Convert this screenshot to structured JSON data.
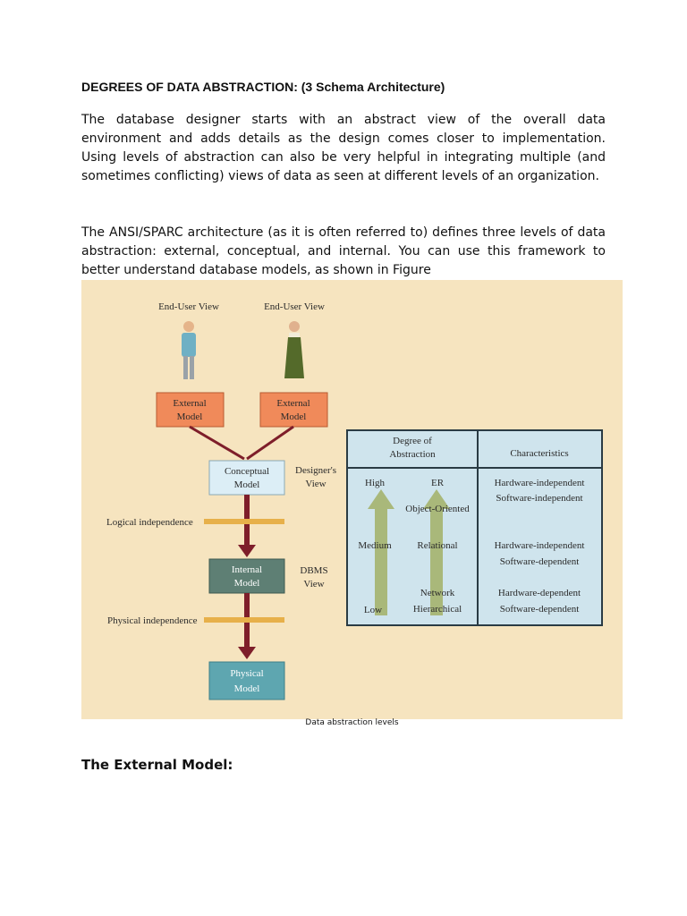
{
  "document": {
    "title": "DEGREES OF DATA ABSTRACTION: (3 Schema Architecture)",
    "paragraphs": [
      "The database designer starts with an abstract view of the overall data environment and adds details as the design comes closer to implementation. Using levels of abstraction can also be very helpful in integrating multiple (and sometimes conflicting) views of data as seen at different levels of an organization.",
      "The ANSI/SPARC architecture (as it is often referred to) defines three levels of data abstraction: external, conceptual, and internal. You can use this framework to better understand database models, as shown in Figure"
    ],
    "caption": "Data abstraction levels",
    "section_heading": "The External Model:"
  },
  "figure": {
    "users": [
      "End-User View",
      "End-User View"
    ],
    "external_model": [
      "External",
      "Model"
    ],
    "conceptual_model": [
      "Conceptual",
      "Model"
    ],
    "designers_view": [
      "Designer's",
      "View"
    ],
    "logical_independence": "Logical independence",
    "internal_model": [
      "Internal",
      "Model"
    ],
    "dbms_view": [
      "DBMS",
      "View"
    ],
    "physical_independence": "Physical independence",
    "physical_model": [
      "Physical",
      "Model"
    ],
    "table": {
      "header_degree": [
        "Degree of",
        "Abstraction"
      ],
      "header_characteristics": "Characteristics",
      "levels": [
        "High",
        "Medium",
        "Low"
      ],
      "models": [
        "ER",
        "Object-Oriented",
        "Relational",
        "Network",
        "Hierarchical"
      ],
      "characteristics": [
        [
          "Hardware-independent",
          "Software-independent"
        ],
        [
          "Hardware-independent",
          "Software-dependent"
        ],
        [
          "Hardware-dependent",
          "Software-dependent"
        ]
      ]
    },
    "colors": {
      "background": "#f6e4bf",
      "external": "#f08a5a",
      "conceptual": "#dceef6",
      "internal": "#5e7f74",
      "physical": "#5ea6b0",
      "arrow": "#7e1e2a",
      "bar": "#e7b04a",
      "table_bg": "#cfe4ed",
      "up_arrow": "#a9b87a"
    }
  }
}
